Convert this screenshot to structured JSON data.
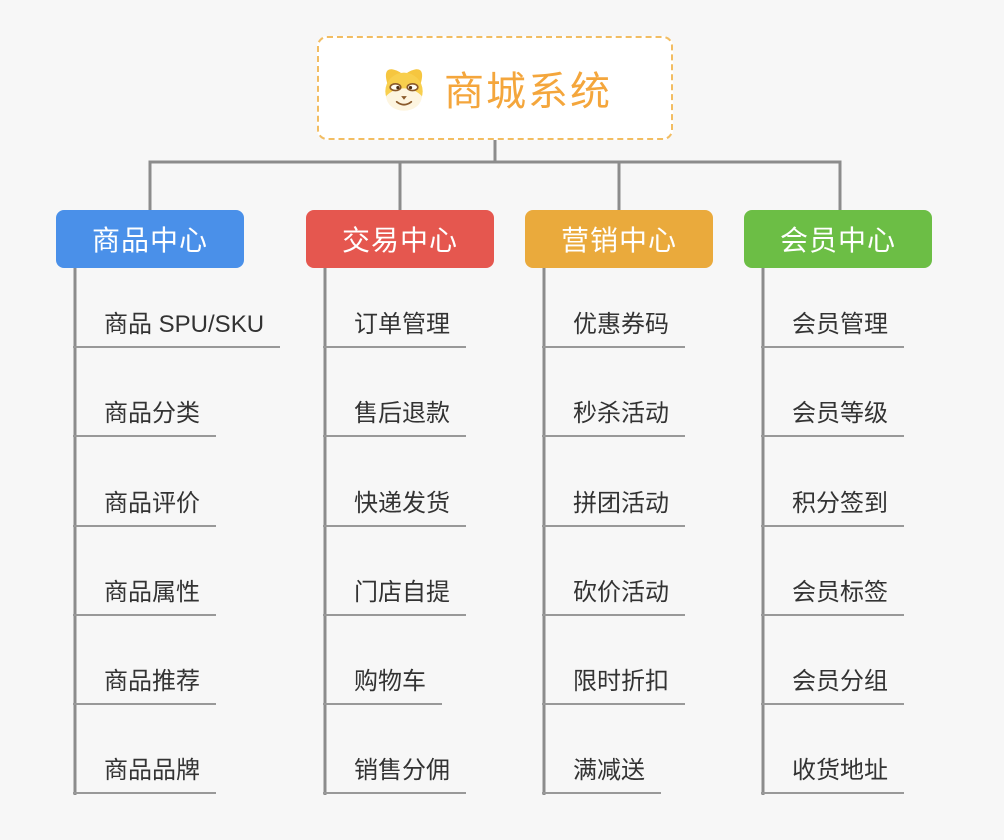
{
  "page": {
    "background_color": "#f7f7f7",
    "connector_color": "#8c8c8c",
    "leaf_underline_color": "#999999"
  },
  "root": {
    "title": "商城系统",
    "icon": "dog-face-icon",
    "title_color": "#f4a63c",
    "border_color": "#f2bd62"
  },
  "branches": [
    {
      "label": "商品中心",
      "color": "#4a90e9",
      "children": [
        "商品 SPU/SKU",
        "商品分类",
        "商品评价",
        "商品属性",
        "商品推荐",
        "商品品牌"
      ]
    },
    {
      "label": "交易中心",
      "color": "#e5574f",
      "children": [
        "订单管理",
        "售后退款",
        "快递发货",
        "门店自提",
        "购物车",
        "销售分佣"
      ]
    },
    {
      "label": "营销中心",
      "color": "#eaaa3c",
      "children": [
        "优惠券码",
        "秒杀活动",
        "拼团活动",
        "砍价活动",
        "限时折扣",
        "满减送"
      ]
    },
    {
      "label": "会员中心",
      "color": "#6cbe45",
      "children": [
        "会员管理",
        "会员等级",
        "积分签到",
        "会员标签",
        "会员分组",
        "收货地址"
      ]
    }
  ]
}
